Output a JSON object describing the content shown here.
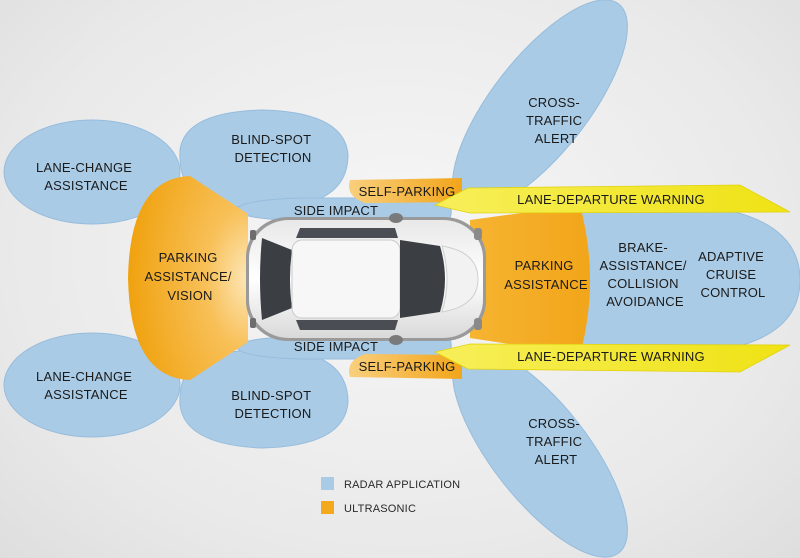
{
  "zones": {
    "lane_change_top": [
      "LANE-CHANGE",
      "ASSISTANCE"
    ],
    "lane_change_bottom": [
      "LANE-CHANGE",
      "ASSISTANCE"
    ],
    "blind_spot_top": [
      "BLIND-SPOT",
      "DETECTION"
    ],
    "blind_spot_bottom": [
      "BLIND-SPOT",
      "DETECTION"
    ],
    "cross_traffic_top": [
      "CROSS-",
      "TRAFFIC",
      "ALERT"
    ],
    "cross_traffic_bottom": [
      "CROSS-",
      "TRAFFIC",
      "ALERT"
    ],
    "parking_rear": [
      "PARKING",
      "ASSISTANCE/",
      "VISION"
    ],
    "parking_front": [
      "PARKING",
      "ASSISTANCE"
    ],
    "brake_assist": [
      "BRAKE-",
      "ASSISTANCE/",
      "COLLISION",
      "AVOIDANCE"
    ],
    "adaptive_cruise": [
      "ADAPTIVE",
      "CRUISE",
      "CONTROL"
    ],
    "side_impact_top": "SIDE IMPACT",
    "side_impact_bottom": "SIDE IMPACT",
    "self_parking_top": "SELF-PARKING",
    "self_parking_bottom": "SELF-PARKING",
    "lane_departure_top": "LANE-DEPARTURE WARNING",
    "lane_departure_bottom": "LANE-DEPARTURE WARNING"
  },
  "legend": {
    "radar": "RADAR APPLICATION",
    "ultrasonic": "ULTRASONIC"
  },
  "colors": {
    "radar": "#a9cbe6",
    "radar_edge": "#8fb7d8",
    "ultrasonic": "#f4a81c",
    "ultrasonic_light": "#fbd489",
    "lane_departure": "#f3ea1e"
  }
}
